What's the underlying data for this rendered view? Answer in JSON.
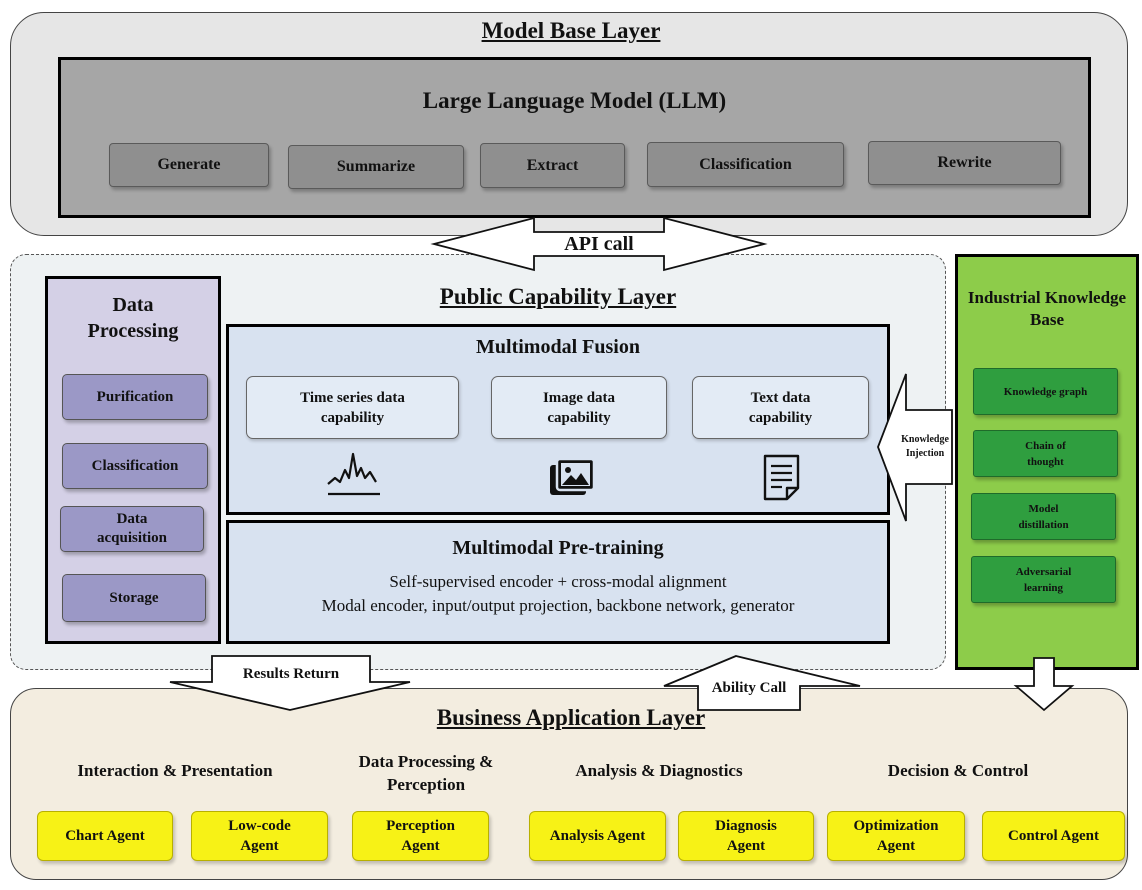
{
  "model_base": {
    "title": "Model Base Layer",
    "llm_title": "Large Language Model (LLM)",
    "functions": [
      "Generate",
      "Summarize",
      "Extract",
      "Classification",
      "Rewrite"
    ]
  },
  "api_call_label": "API call",
  "public_layer": {
    "title": "Public Capability Layer",
    "data_processing": {
      "title_line1": "Data",
      "title_line2": "Processing",
      "steps": [
        "Purification",
        "Classification",
        "Data acquisition",
        "Storage"
      ]
    },
    "fusion": {
      "title": "Multimodal Fusion",
      "capabilities": [
        {
          "label": "Time series data capability",
          "icon": "time-series-chart-icon"
        },
        {
          "label": "Image data capability",
          "icon": "image-icon"
        },
        {
          "label": "Text data capability",
          "icon": "document-icon"
        }
      ]
    },
    "pretraining": {
      "title": "Multimodal Pre-training",
      "line1": "Self-supervised encoder + cross-modal alignment",
      "line2": "Modal encoder, input/output projection, backbone network, generator"
    }
  },
  "knowledge_injection": {
    "line1": "Knowledge",
    "line2": "Injection"
  },
  "industrial_kb": {
    "title_line1": "Industrial Knowledge",
    "title_line2": "Base",
    "items": [
      "Knowledge graph",
      "Chain of thought",
      "Model distillation",
      "Adversarial learning"
    ]
  },
  "results_return_label": "Results Return",
  "ability_call_label": "Ability Call",
  "business": {
    "title": "Business Application Layer",
    "categories": [
      "Interaction & Presentation",
      "Data Processing & Perception",
      "Analysis & Diagnostics",
      "Decision & Control"
    ],
    "agents": [
      "Chart Agent",
      "Low-code Agent",
      "Perception Agent",
      "Analysis Agent",
      "Diagnosis Agent",
      "Optimization Agent",
      "Control Agent"
    ]
  }
}
